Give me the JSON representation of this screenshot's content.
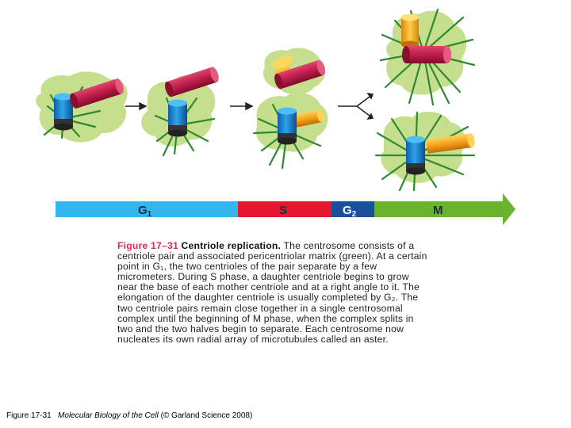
{
  "colors": {
    "matrix_green": "#c6df8e",
    "microtubule": "#2f8a2f",
    "centriole_blue": "#1e8fd6",
    "centriole_red": "#c8214f",
    "centriole_orange": "#f2a317",
    "g1_bar": "#33b5ee",
    "s_bar": "#e3172d",
    "g2_bar": "#1a4f9c",
    "m_bar": "#6ab42d",
    "figure_number": "#d52b5b"
  },
  "timeline": {
    "phases": [
      {
        "label": "G",
        "subscript": "1"
      },
      {
        "label": "S",
        "subscript": ""
      },
      {
        "label": "G",
        "subscript": "2"
      },
      {
        "label": "M",
        "subscript": ""
      }
    ]
  },
  "caption": {
    "figure_number": "Figure 17–31",
    "title": "Centriole replication.",
    "body": "The centrosome consists of a centriole pair and associated pericentriolar matrix (green). At a certain point in G₁, the two centrioles of the pair separate by a few micrometers. During S phase, a daughter centriole begins to grow near the base of each mother centriole and at a right angle to it. The elongation of the daughter centriole is usually completed by G₂. The two centriole pairs remain close together in a single centrosomal complex until the beginning of M phase, when the complex splits in two and the two halves begin to separate. Each centrosome now nucleates its own radial array of microtubules called an aster."
  },
  "footer": {
    "prefix": "Figure 17-31",
    "book_title": "Molecular Biology of the Cell",
    "suffix": "(© Garland Science 2008)"
  }
}
